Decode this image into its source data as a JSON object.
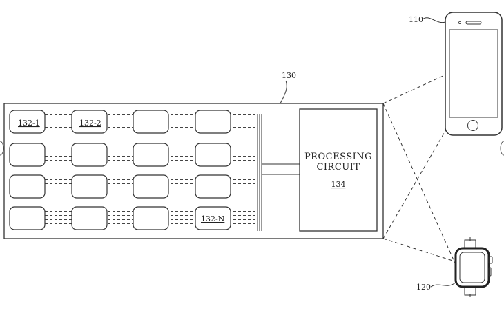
{
  "labels": {
    "array_ref": "130",
    "phone_ref": "110",
    "watch_ref": "120"
  },
  "cells": {
    "first": "132-1",
    "second": "132-2",
    "last": "132-N"
  },
  "processing": {
    "line1": "PROCESSING",
    "line2": "CIRCUIT",
    "ref": "134"
  }
}
